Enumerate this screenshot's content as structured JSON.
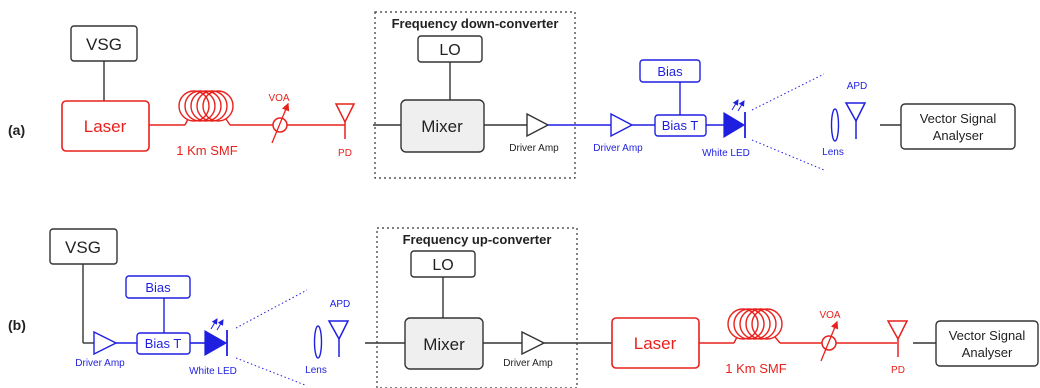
{
  "colors": {
    "red": "#e8211d",
    "blue": "#1f1fe0",
    "black": "#222222",
    "box_fill": "#efefef"
  },
  "panel_a": {
    "label": "(a)",
    "vsg": "VSG",
    "laser": "Laser",
    "fiber": "1 Km SMF",
    "voa": "VOA",
    "pd": "PD",
    "converter_title": "Frequency down-converter",
    "lo": "LO",
    "mixer": "Mixer",
    "driver_amp_1": "Driver Amp",
    "driver_amp_2": "Driver Amp",
    "bias": "Bias",
    "bias_t": "Bias T",
    "white_led": "White LED",
    "apd": "APD",
    "lens": "Lens",
    "vsa_line1": "Vector Signal",
    "vsa_line2": "Analyser"
  },
  "panel_b": {
    "label": "(b)",
    "vsg": "VSG",
    "driver_amp_1": "Driver Amp",
    "bias": "Bias",
    "bias_t": "Bias T",
    "white_led": "White LED",
    "apd": "APD",
    "lens": "Lens",
    "converter_title": "Frequency up-converter",
    "lo": "LO",
    "mixer": "Mixer",
    "driver_amp_2": "Driver Amp",
    "laser": "Laser",
    "fiber": "1 Km SMF",
    "voa": "VOA",
    "pd": "PD",
    "vsa_line1": "Vector Signal",
    "vsa_line2": "Analyser"
  }
}
